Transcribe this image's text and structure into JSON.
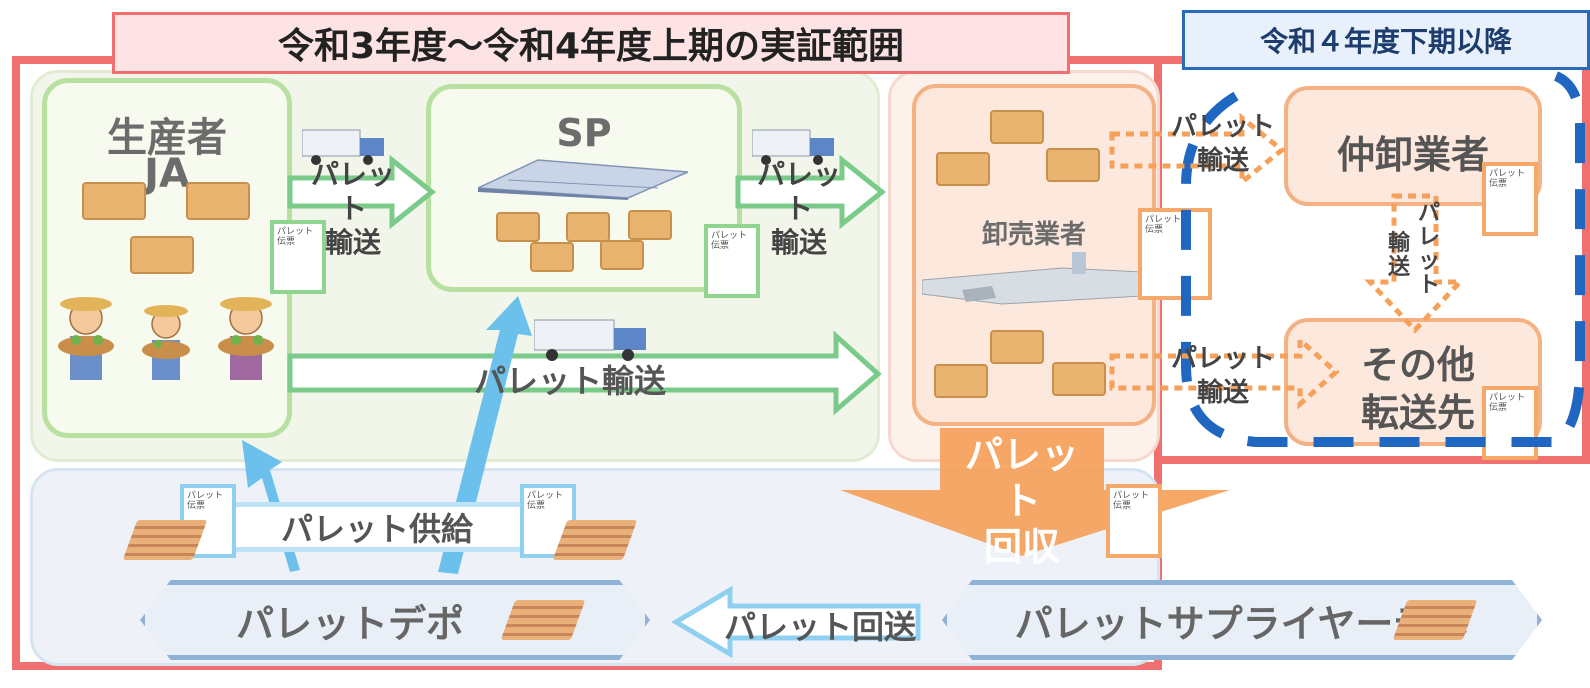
{
  "titles": {
    "main": "令和3年度～令和4年度上期の実証範囲",
    "later": "令和４年度下期以降"
  },
  "nodes": {
    "producer_line1": "生産者",
    "producer_line2": "JA",
    "sp": "SP",
    "wholesaler": "卸売業者",
    "intermediate": "仲卸業者",
    "other_line1": "その他",
    "other_line2": "転送先",
    "depot": "パレットデポ",
    "supplier_depot": "パレットサプライヤーデポ"
  },
  "flows": {
    "transport_1": "パレット\n輸送",
    "transport_2": "パレット\n輸送",
    "transport_long": "パレット輸送",
    "transport_r1": "パレット\n輸送",
    "transport_r2_a": "輸\n送",
    "transport_r2_b": "パ\nレ\nッ\nト",
    "transport_r3": "パレット\n輸送",
    "recovery_line1": "パレット",
    "recovery_line2": "回収",
    "supply": "パレット供給",
    "return": "パレット回送"
  },
  "slip": {
    "line1": "パレット",
    "line2": "伝票"
  },
  "colors": {
    "frame_red": "#f07070",
    "green_arrow": "#7acb8a",
    "blue_arrow": "#6cc0ec",
    "orange_arrow": "#f5a15a",
    "blue_dash": "#1f67c0"
  }
}
